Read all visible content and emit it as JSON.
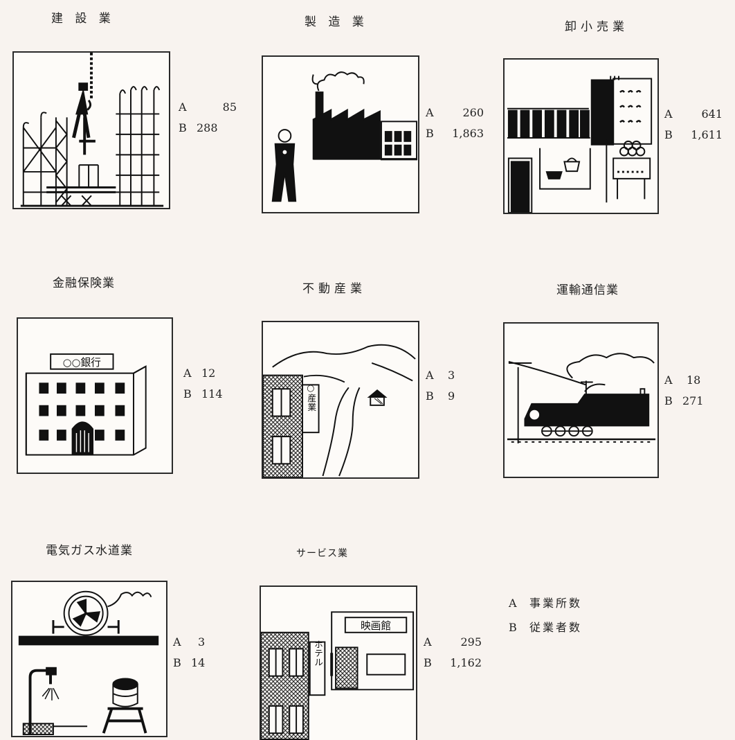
{
  "panels": [
    {
      "id": "construction",
      "title": "建 設 業",
      "a_label": "A",
      "a_value": "85",
      "b_label": "B",
      "b_value": "288",
      "icon": "construction-site-icon"
    },
    {
      "id": "manufacturing",
      "title": "製 造 業",
      "a_label": "A",
      "a_value": "260",
      "b_label": "B",
      "b_value": "1,863",
      "icon": "factory-icon"
    },
    {
      "id": "retail",
      "title": "卸小売業",
      "a_label": "A",
      "a_value": "641",
      "b_label": "B",
      "b_value": "1,611",
      "icon": "shop-icon"
    },
    {
      "id": "finance",
      "title": "金融保険業",
      "a_label": "A",
      "a_value": "12",
      "b_label": "B",
      "b_value": "114",
      "icon": "bank-building-icon"
    },
    {
      "id": "realestate",
      "title": "不動産業",
      "a_label": "A",
      "a_value": "3",
      "b_label": "B",
      "b_value": "9",
      "icon": "real-estate-icon"
    },
    {
      "id": "transport",
      "title": "運輸通信業",
      "a_label": "A",
      "a_value": "18",
      "b_label": "B",
      "b_value": "271",
      "icon": "steam-train-icon"
    },
    {
      "id": "utilities",
      "title": "電気ガス水道業",
      "a_label": "A",
      "a_value": "3",
      "b_label": "B",
      "b_value": "14",
      "icon": "utilities-icon"
    },
    {
      "id": "service",
      "title": "サービス業",
      "a_label": "A",
      "a_value": "295",
      "b_label": "B",
      "b_value": "1,162",
      "icon": "hotel-cinema-icon"
    }
  ],
  "illustration_text": {
    "bank_sign": "○○銀行",
    "realestate_sign": "○産業",
    "cinema_sign": "映画館",
    "hotel_sign": "ホテル"
  },
  "legend": [
    {
      "key": "A",
      "text": "事業所数"
    },
    {
      "key": "B",
      "text": "従業者数"
    }
  ]
}
